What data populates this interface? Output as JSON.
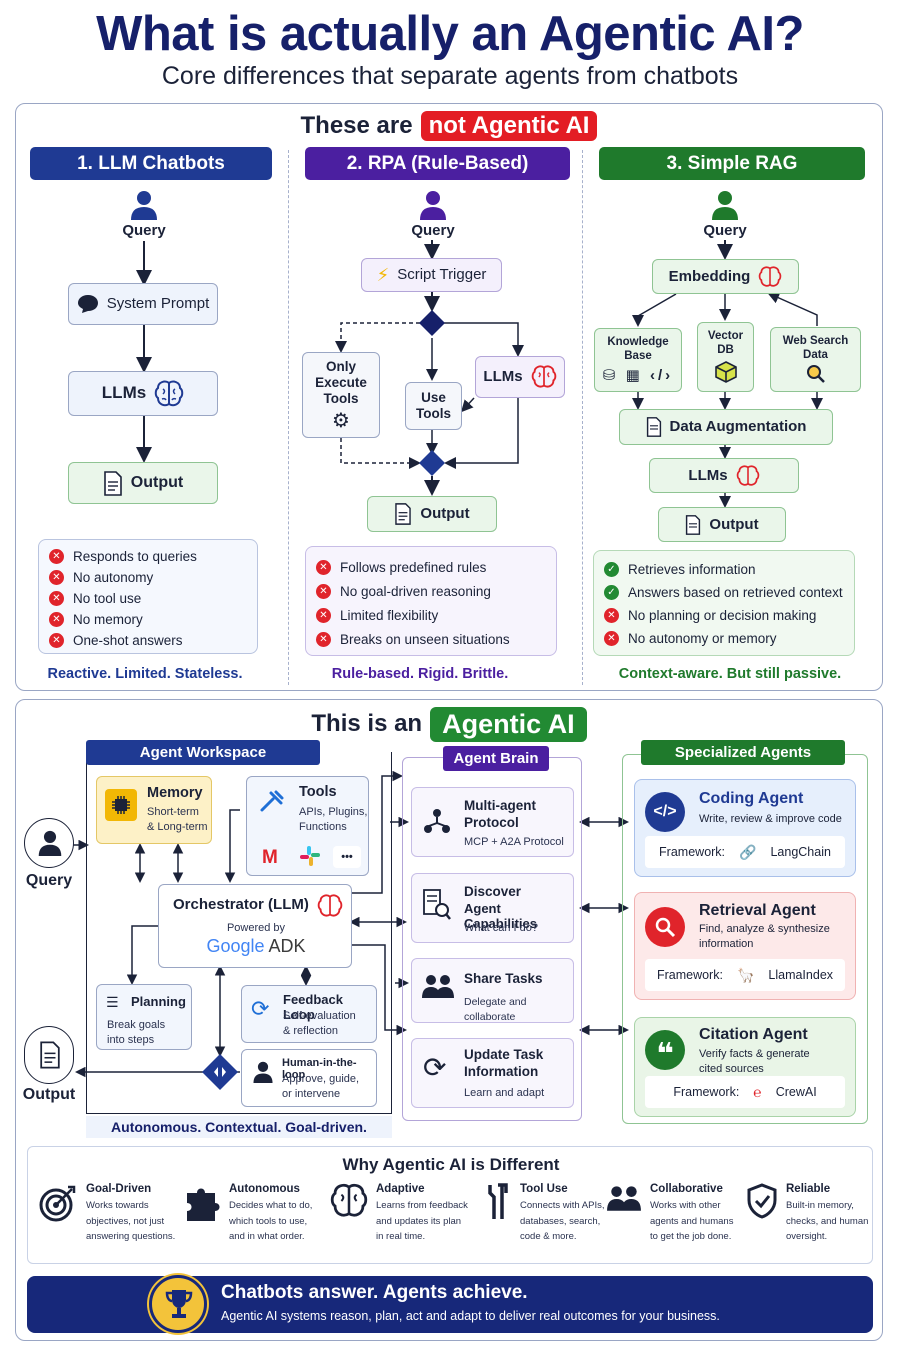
{
  "header": {
    "title": "What is actually an Agentic AI?",
    "subtitle": "Core differences that separate agents from chatbots"
  },
  "not_agentic": {
    "prefix": "These are",
    "highlight": "not Agentic AI",
    "columns": [
      {
        "heading": "1. LLM Chatbots",
        "color": "#1f3a93",
        "nodes": [
          "Query",
          "System Prompt",
          "LLMs",
          "Output"
        ],
        "traits": [
          "Responds to queries",
          "No autonomy",
          "No tool use",
          "No memory",
          "One-shot answers"
        ],
        "tagline": "Reactive. Limited. Stateless."
      },
      {
        "heading": "2. RPA (Rule-Based)",
        "color": "#4b1fa0",
        "nodes": [
          "Query",
          "Script Trigger",
          "Only Execute Tools",
          "Use Tools",
          "LLMs",
          "Output"
        ],
        "traits": [
          "Follows predefined rules",
          "No goal-driven reasoning",
          "Limited flexibility",
          "Breaks on unseen situations"
        ],
        "tagline": "Rule-based. Rigid. Brittle."
      },
      {
        "heading": "3. Simple RAG",
        "color": "#1f7a2c",
        "nodes": [
          "Query",
          "Embedding",
          "Knowledge Base",
          "Vector DB",
          "Web Search Data",
          "Data Augmentation",
          "LLMs",
          "Output"
        ],
        "traits_ok": [
          "Retrieves information",
          "Answers based on retrieved context"
        ],
        "traits_bad": [
          "No planning or decision making",
          "No autonomy or memory"
        ],
        "tagline": "Context-aware. But still passive."
      }
    ]
  },
  "agentic": {
    "prefix": "This is an",
    "highlight": "Agentic AI",
    "query_label": "Query",
    "output_label": "Output",
    "workspace": {
      "heading": "Agent Workspace",
      "memory": {
        "title": "Memory",
        "desc1": "Short-term",
        "desc2": "& Long-term"
      },
      "tools": {
        "title": "Tools",
        "desc1": "APIs, Plugins,",
        "desc2": "Functions",
        "more": "•••"
      },
      "orchestrator": {
        "title": "Orchestrator (LLM)",
        "powered": "Powered by",
        "brand": "Google",
        "brand2": "ADK"
      },
      "planning": {
        "title": "Planning",
        "desc1": "Break goals",
        "desc2": "into steps"
      },
      "feedback": {
        "title": "Feedback Loop",
        "desc1": "Self-evaluation",
        "desc2": "& reflection"
      },
      "hitl": {
        "title": "Human-in-the-loop",
        "desc1": "Approve, guide,",
        "desc2": "or intervene"
      },
      "tagline": "Autonomous. Contextual. Goal-driven."
    },
    "brain": {
      "heading": "Agent Brain",
      "items": [
        {
          "title1": "Multi-agent",
          "title2": "Protocol",
          "desc": "MCP + A2A Protocol"
        },
        {
          "title1": "Discover",
          "title2": "Agent Capabilities",
          "desc": "What can I do?"
        },
        {
          "title1": "Share Tasks",
          "title2": "",
          "desc": "Delegate and collaborate"
        },
        {
          "title1": "Update Task",
          "title2": "Information",
          "desc": "Learn and adapt"
        }
      ]
    },
    "specialized": {
      "heading": "Specialized Agents",
      "framework_label": "Framework:",
      "agents": [
        {
          "title": "Coding Agent",
          "desc1": "Write, review & improve code",
          "desc2": "",
          "framework": "LangChain"
        },
        {
          "title": "Retrieval Agent",
          "desc1": "Find, analyze & synthesize",
          "desc2": "information",
          "framework": "LlamaIndex"
        },
        {
          "title": "Citation Agent",
          "desc1": "Verify facts & generate",
          "desc2": "cited sources",
          "framework": "CrewAI"
        }
      ]
    }
  },
  "why": {
    "title": "Why Agentic AI is Different",
    "items": [
      {
        "title": "Goal-Driven",
        "lines": [
          "Works towards",
          "objectives, not just",
          "answering questions."
        ],
        "icon": "target-icon"
      },
      {
        "title": "Autonomous",
        "lines": [
          "Decides what to do,",
          "which tools to use,",
          "and in what order."
        ],
        "icon": "puzzle-icon"
      },
      {
        "title": "Adaptive",
        "lines": [
          "Learns from feedback",
          "and updates its plan",
          "in real time."
        ],
        "icon": "brain-icon"
      },
      {
        "title": "Tool Use",
        "lines": [
          "Connects with APIs,",
          "databases, search,",
          "code & more."
        ],
        "icon": "wrench-icon"
      },
      {
        "title": "Collaborative",
        "lines": [
          "Works with other",
          "agents and humans",
          "to get the job done."
        ],
        "icon": "people-icon"
      },
      {
        "title": "Reliable",
        "lines": [
          "Built-in memory,",
          "checks, and human",
          "oversight."
        ],
        "icon": "shield-icon"
      }
    ]
  },
  "footer": {
    "headline": "Chatbots answer. Agents achieve.",
    "sub": "Agentic AI systems reason, plan, act and adapt to deliver real outcomes for your business."
  },
  "colors": {
    "navy": "#16206a",
    "blue": "#1f3a93",
    "purple": "#4b1fa0",
    "green": "#1f7a2c",
    "red": "#e31d24"
  }
}
